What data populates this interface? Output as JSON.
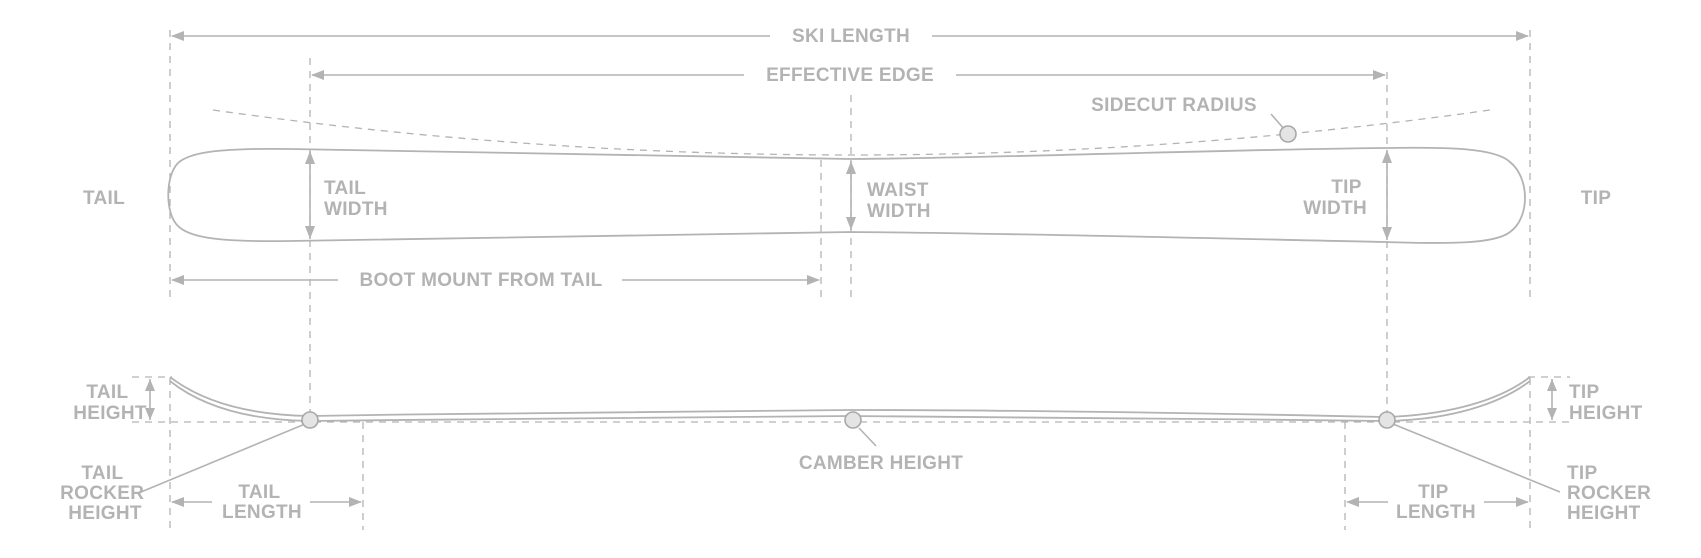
{
  "labels": {
    "ski_length": "SKI LENGTH",
    "effective_edge": "EFFECTIVE EDGE",
    "sidecut_radius": "SIDECUT RADIUS",
    "tail": "TAIL",
    "tip": "TIP",
    "tail_width": [
      "TAIL",
      "WIDTH"
    ],
    "waist_width": [
      "WAIST",
      "WIDTH"
    ],
    "tip_width": [
      "TIP",
      "WIDTH"
    ],
    "boot_mount_from_tail": "BOOT MOUNT FROM TAIL",
    "tail_height": [
      "TAIL",
      "HEIGHT"
    ],
    "tip_height": [
      "TIP",
      "HEIGHT"
    ],
    "camber_height": "CAMBER HEIGHT",
    "tail_rocker_height": [
      "TAIL",
      "ROCKER",
      "HEIGHT"
    ],
    "tip_rocker_height": [
      "TIP",
      "ROCKER",
      "HEIGHT"
    ],
    "tail_length": [
      "TAIL",
      "LENGTH"
    ],
    "tip_length": [
      "TIP",
      "LENGTH"
    ]
  },
  "colors": {
    "line": "#b3b3b3",
    "marker_fill": "#e4e4e4",
    "background": "#ffffff"
  }
}
